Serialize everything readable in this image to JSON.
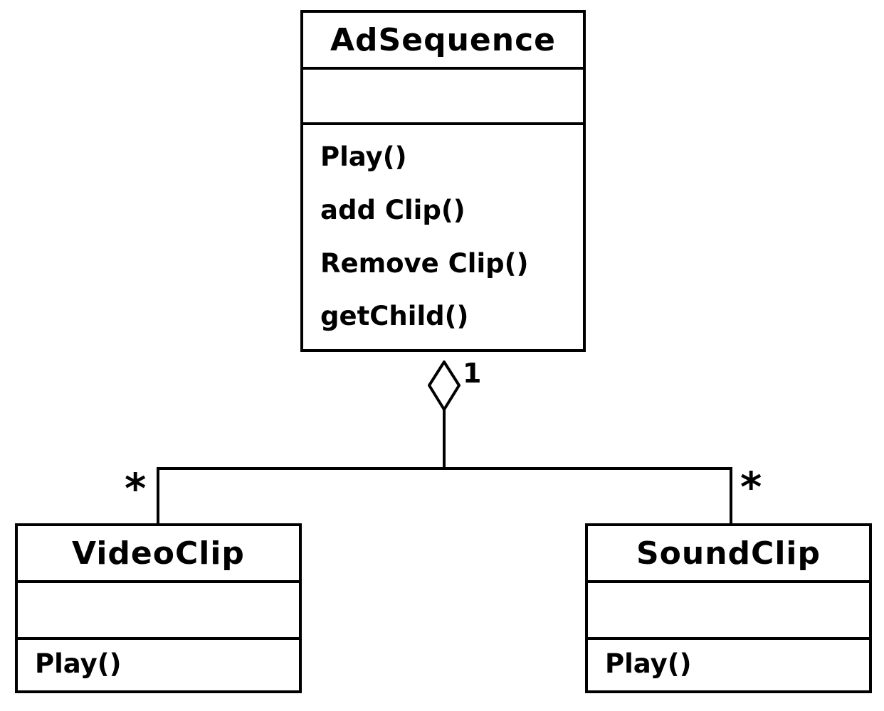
{
  "background_color": "#ffffff",
  "line_color": "#000000",
  "classes": {
    "adsequence": {
      "title": "AdSequence",
      "attributes_text": "",
      "methods": [
        "Play()",
        "add Clip()",
        "Remove Clip()",
        "getChild()"
      ]
    },
    "videoclip": {
      "title": "VideoClip",
      "attributes_text": "",
      "methods": [
        "Play()"
      ]
    },
    "soundclip": {
      "title": "SoundClip",
      "attributes_text": "",
      "methods": [
        "Play()"
      ]
    }
  },
  "relationships": {
    "aggregation": {
      "type": "aggregation",
      "diamond_style": "hollow",
      "whole_class": "AdSequence",
      "whole_multiplicity": "1",
      "parts": [
        {
          "class": "VideoClip",
          "multiplicity": "*"
        },
        {
          "class": "SoundClip",
          "multiplicity": "*"
        }
      ]
    }
  }
}
